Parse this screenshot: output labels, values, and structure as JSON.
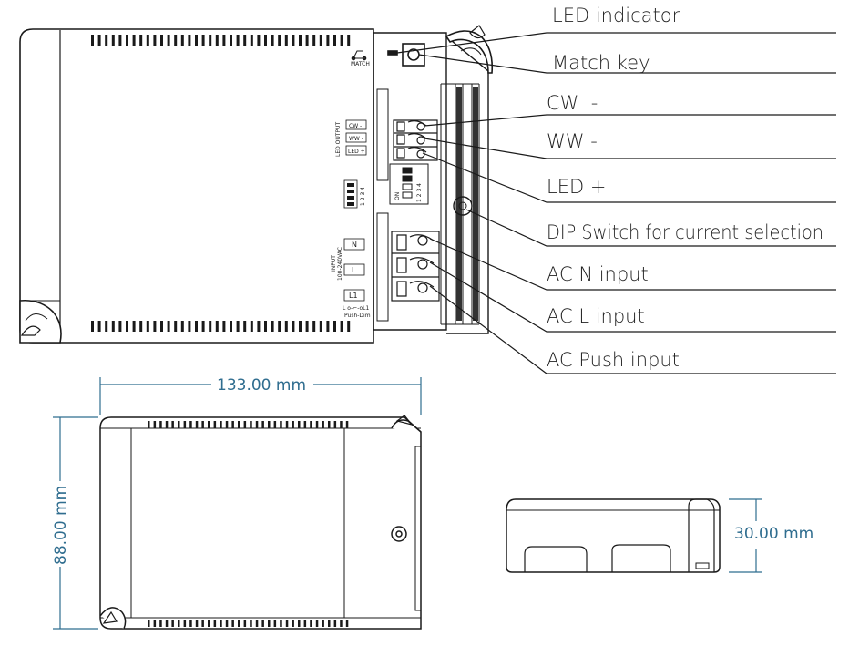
{
  "callouts": [
    {
      "id": "led-indicator",
      "label": "LED indicator"
    },
    {
      "id": "match-key",
      "label": "Match key"
    },
    {
      "id": "cw-minus",
      "label": "CW  -"
    },
    {
      "id": "ww-minus",
      "label": "WW -"
    },
    {
      "id": "led-plus",
      "label": "LED +"
    },
    {
      "id": "dip-switch",
      "label": "DIP Switch for current selection"
    },
    {
      "id": "ac-n",
      "label": "AC N input"
    },
    {
      "id": "ac-l",
      "label": "AC L input"
    },
    {
      "id": "ac-push",
      "label": "AC Push input"
    }
  ],
  "panel": {
    "match_label": "MATCH",
    "led_output_label": "LED OUTPUT",
    "cw_terminal": "CW -",
    "ww_terminal": "WW -",
    "led_terminal": "LED +",
    "dip_numbers": "1 2 3 4",
    "dip_on": "ON",
    "input_label": "INPUT",
    "input_voltage": "100-240VAC",
    "n_terminal": "N",
    "l_terminal": "L",
    "l1_terminal": "L1",
    "push_wiring": "L o-⌐-oL1",
    "push_dim": "Push-Dim"
  },
  "dimensions": {
    "length": "133.00 mm",
    "width": "88.00 mm",
    "height": "30.00 mm"
  },
  "colors": {
    "line": "#1a1a1a",
    "dimension": "#2f6d8f",
    "callout_text": "#222222"
  }
}
